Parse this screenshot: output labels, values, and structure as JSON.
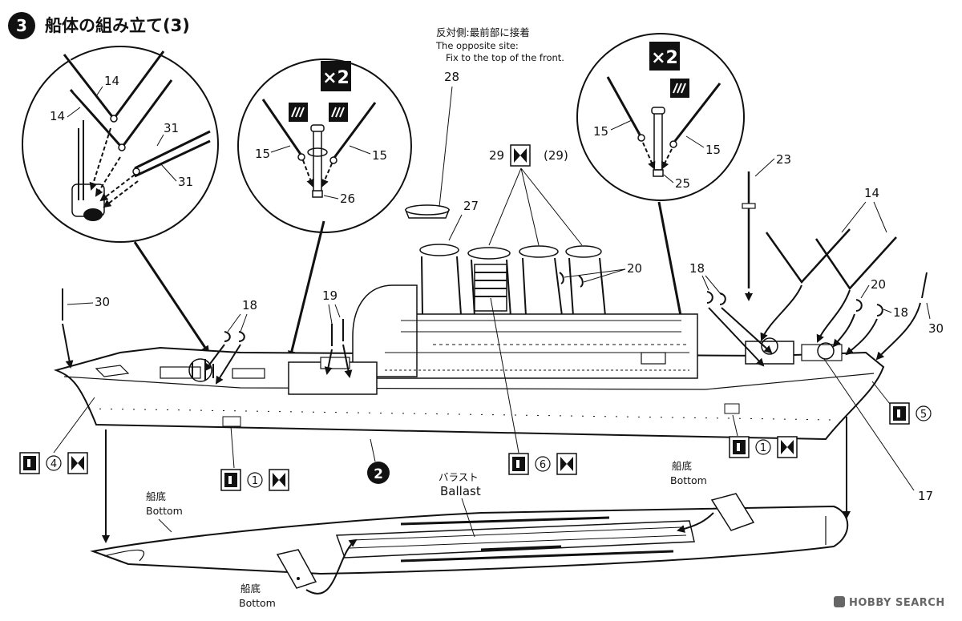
{
  "header": {
    "step_number": "3",
    "title": "船体の組み立て(3)"
  },
  "note": {
    "jp": "反対側:最前部に接着",
    "en_1": "The opposite site:",
    "en_2": "Fix to the top of the front."
  },
  "callouts": {
    "c14a": "14",
    "c14b": "14",
    "c31a": "31",
    "c31b": "31",
    "c15a": "15",
    "c15b": "15",
    "c26": "26",
    "c28": "28",
    "c27": "27",
    "c29": "29",
    "c29p": "(29)",
    "c15c": "15",
    "c15d": "15",
    "c25": "25",
    "c23": "23",
    "c14c": "14",
    "c20a": "20",
    "c18a": "18",
    "c20b": "20",
    "c18b": "18",
    "c30a": "30",
    "c30b": "30",
    "c18c": "18",
    "c19": "19",
    "c17": "17"
  },
  "badges": {
    "x2_left": "×2",
    "x2_right": "×2",
    "d": "D",
    "d4": "4",
    "d1a": "1",
    "d6": "6",
    "d1b": "1",
    "d5": "5"
  },
  "step2_marker": "2",
  "labels": {
    "bottom_jp_left": "船底",
    "bottom_en_left": "Bottom",
    "ballast_jp": "バラスト",
    "ballast_en": "Ballast",
    "bottom_jp_right": "船底",
    "bottom_en_right": "Bottom",
    "bottom_jp_lower": "船底",
    "bottom_en_lower": "Bottom"
  },
  "watermark": {
    "text": "HOBBY SEARCH"
  },
  "colors": {
    "ink": "#111111",
    "paper": "#ffffff",
    "watermark": "#666666"
  }
}
